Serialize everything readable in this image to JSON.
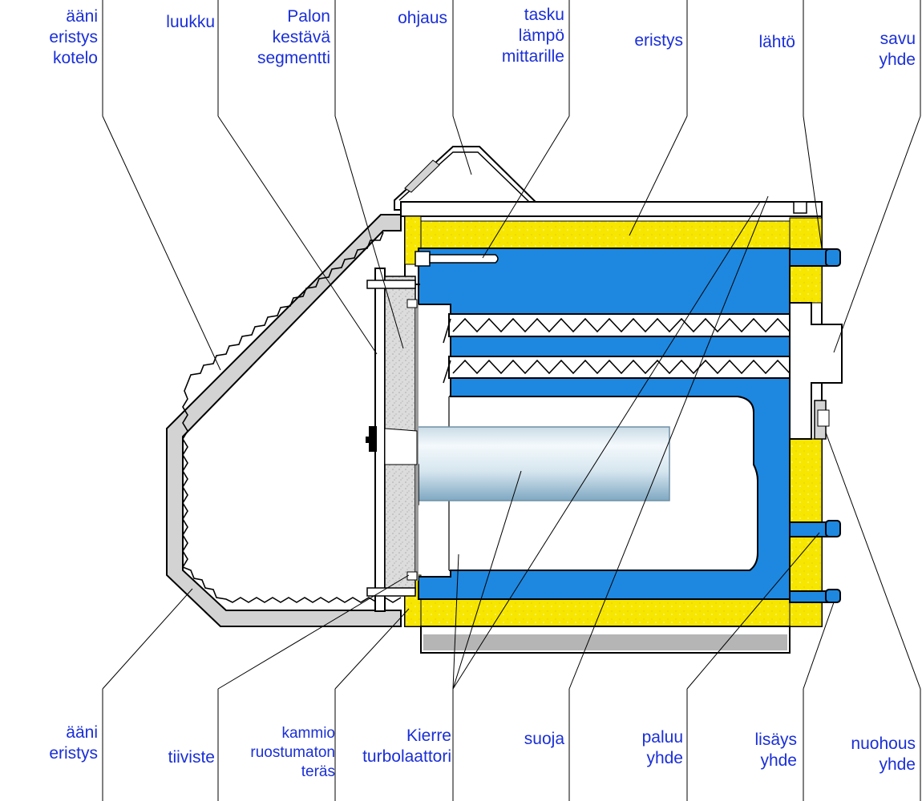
{
  "colors": {
    "label": "#1a2fd8",
    "water_jacket": "#1e88e0",
    "insulation": "#f6e600",
    "housing": "#d3d3d3",
    "outline": "#000000"
  },
  "labels_top": [
    {
      "id": "aani-eristys-kotelo",
      "lines": [
        "ääni",
        "eristys",
        "kotelo"
      ]
    },
    {
      "id": "luukku",
      "lines": [
        "luukku"
      ]
    },
    {
      "id": "palon-kestava-segmentti",
      "lines": [
        "Palon",
        "kestävä",
        "segmentti"
      ]
    },
    {
      "id": "ohjaus",
      "lines": [
        "ohjaus"
      ]
    },
    {
      "id": "tasku-lampomittarille",
      "lines": [
        "tasku",
        "lämpö",
        "mittarille"
      ]
    },
    {
      "id": "eristys",
      "lines": [
        "eristys"
      ]
    },
    {
      "id": "lahto",
      "lines": [
        "lähtö"
      ]
    },
    {
      "id": "savu-yhde",
      "lines": [
        "savu",
        "yhde"
      ]
    }
  ],
  "labels_bottom": [
    {
      "id": "aani-eristys",
      "lines": [
        "ääni",
        "eristys"
      ]
    },
    {
      "id": "tiiviste",
      "lines": [
        "tiiviste"
      ]
    },
    {
      "id": "kammio-ruostumaton-teras",
      "lines": [
        "kammio",
        "ruostumaton",
        "teräs"
      ]
    },
    {
      "id": "kierre-turbolaattori",
      "lines": [
        "Kierre",
        "turbolaattori"
      ]
    },
    {
      "id": "suoja",
      "lines": [
        "suoja"
      ]
    },
    {
      "id": "paluu-yhde",
      "lines": [
        "paluu",
        "yhde"
      ]
    },
    {
      "id": "lisays-yhde",
      "lines": [
        "lisäys",
        "yhde"
      ]
    },
    {
      "id": "nuohous-yhde",
      "lines": [
        "nuohous",
        "yhde"
      ]
    }
  ]
}
